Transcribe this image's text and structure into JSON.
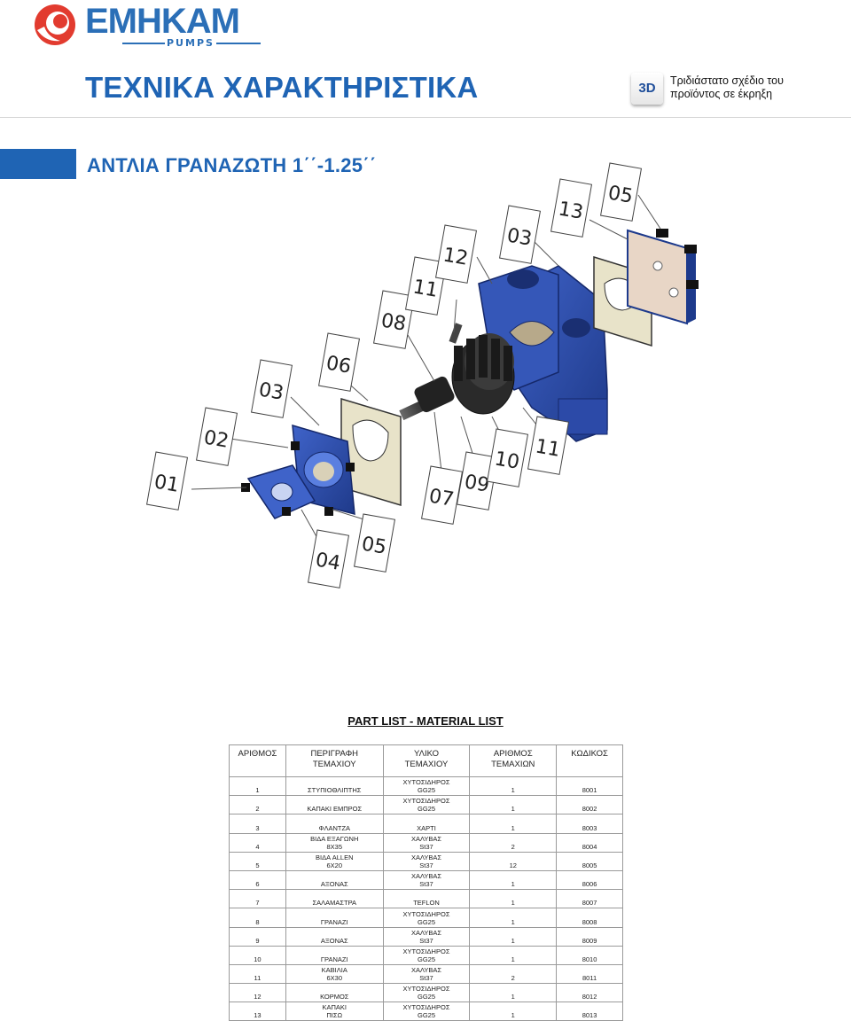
{
  "brand": {
    "name": "EMHKAM",
    "sub": "PUMPS",
    "color_primary": "#1f64b4",
    "color_accent": "#e23b2f"
  },
  "header": {
    "title": "ΤΕΧΝΙΚΑ ΧΑΡΑΚΤΗΡΙΣΤΙΚΑ",
    "badge": "3D",
    "badge_desc_line1": "Τριδιάστατο σχέδιο του",
    "badge_desc_line2": "προϊόντος σε έκρηξη"
  },
  "section": {
    "title": "ΑΝΤΛΙΑ ΓΡΑΝΑΖΩΤΗ 1΄΄-1.25΄΄"
  },
  "diagram": {
    "callouts": [
      "01",
      "02",
      "03",
      "04",
      "05",
      "06",
      "07",
      "08",
      "09",
      "10",
      "11",
      "11",
      "12",
      "03",
      "13",
      "05"
    ]
  },
  "part_list": {
    "heading": "PART LIST - MATERIAL LIST",
    "headers": [
      "ΑΡΙΘΜΟΣ",
      "ΠΕΡΙΓΡΑΦΗ\nΤΕΜΑΧΙΟΥ",
      "ΥΛΙΚΟ\nΤΕΜΑΧΙΟΥ",
      "ΑΡΙΘΜΟΣ\nΤΕΜΑΧΙΩΝ",
      "ΚΩΔΙΚΟΣ"
    ],
    "rows": [
      {
        "num": "1",
        "desc": "ΣΤΥΠΙΟΘΛΙΠΤΗΣ",
        "mat": "ΧΥΤΟΣΙΔΗΡΟΣ\nGG25",
        "qty": "1",
        "code": "8001"
      },
      {
        "num": "2",
        "desc": "ΚΑΠΑΚΙ ΕΜΠΡΟΣ",
        "mat": "ΧΥΤΟΣΙΔΗΡΟΣ\nGG25",
        "qty": "1",
        "code": "8002"
      },
      {
        "num": "3",
        "desc": "ΦΛΑΝΤΖΑ",
        "mat": "ΧΑΡΤΙ",
        "qty": "1",
        "code": "8003"
      },
      {
        "num": "4",
        "desc": "ΒΙΔΑ ΕΞΑΓΩΝΗ\n8Χ35",
        "mat": "ΧΑΛΥΒΑΣ\nSt37",
        "qty": "2",
        "code": "8004"
      },
      {
        "num": "5",
        "desc": "ΒΙΔΑ ALLEN\n6Χ20",
        "mat": "ΧΑΛΥΒΑΣ\nSt37",
        "qty": "12",
        "code": "8005"
      },
      {
        "num": "6",
        "desc": "ΑΞΟΝΑΣ",
        "mat": "ΧΑΛΥΒΑΣ\nSt37",
        "qty": "1",
        "code": "8006"
      },
      {
        "num": "7",
        "desc": "ΣΑΛΑΜΑΣΤΡΑ",
        "mat": "TEFLON",
        "qty": "1",
        "code": "8007"
      },
      {
        "num": "8",
        "desc": "ΓΡΑΝΑΖΙ",
        "mat": "ΧΥΤΟΣΙΔΗΡΟΣ\nGG25",
        "qty": "1",
        "code": "8008"
      },
      {
        "num": "9",
        "desc": "ΑΞΟΝΑΣ",
        "mat": "ΧΑΛΥΒΑΣ\nSt37",
        "qty": "1",
        "code": "8009"
      },
      {
        "num": "10",
        "desc": "ΓΡΑΝΑΖΙ",
        "mat": "ΧΥΤΟΣΙΔΗΡΟΣ\nGG25",
        "qty": "1",
        "code": "8010"
      },
      {
        "num": "11",
        "desc": "ΚΑΒΙΛΙΑ\n6Χ30",
        "mat": "ΧΑΛΥΒΑΣ\nSt37",
        "qty": "2",
        "code": "8011"
      },
      {
        "num": "12",
        "desc": "ΚΟΡΜΟΣ",
        "mat": "ΧΥΤΟΣΙΔΗΡΟΣ\nGG25",
        "qty": "1",
        "code": "8012"
      },
      {
        "num": "13",
        "desc": "ΚΑΠΑΚΙ\nΠΙΣΩ",
        "mat": "ΧΥΤΟΣΙΔΗΡΟΣ\nGG25",
        "qty": "1",
        "code": "8013"
      }
    ]
  }
}
